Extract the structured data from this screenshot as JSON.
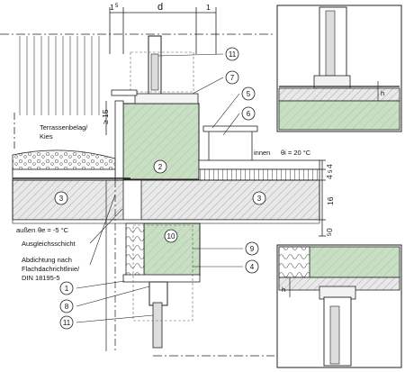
{
  "dimensions": {
    "top": [
      "1",
      "5",
      "d",
      "1"
    ],
    "left_height": "≥ 15",
    "right": [
      "4",
      "5",
      "4",
      "16",
      "0",
      "5"
    ]
  },
  "callouts": [
    "1",
    "2",
    "3",
    "3",
    "4",
    "5",
    "6",
    "7",
    "8",
    "9",
    "10",
    "11",
    "11"
  ],
  "labels": {
    "terrace_1": "Terrassenbelag/",
    "terrace_2": "Kies",
    "inside": "innen",
    "inside_temp": "θi = 20 °C",
    "outside": "außen",
    "outside_temp": "θe = -5 °C",
    "leveling": "Ausgleichsschicht",
    "seal_1": "Abdichtung nach",
    "seal_2": "Flachdachrichtlinie/",
    "seal_3": "DIN 18195-5",
    "h": "h"
  },
  "colors": {
    "insulation": "#c8dfc4",
    "concrete": "#e6e6e6",
    "line": "#222222"
  }
}
